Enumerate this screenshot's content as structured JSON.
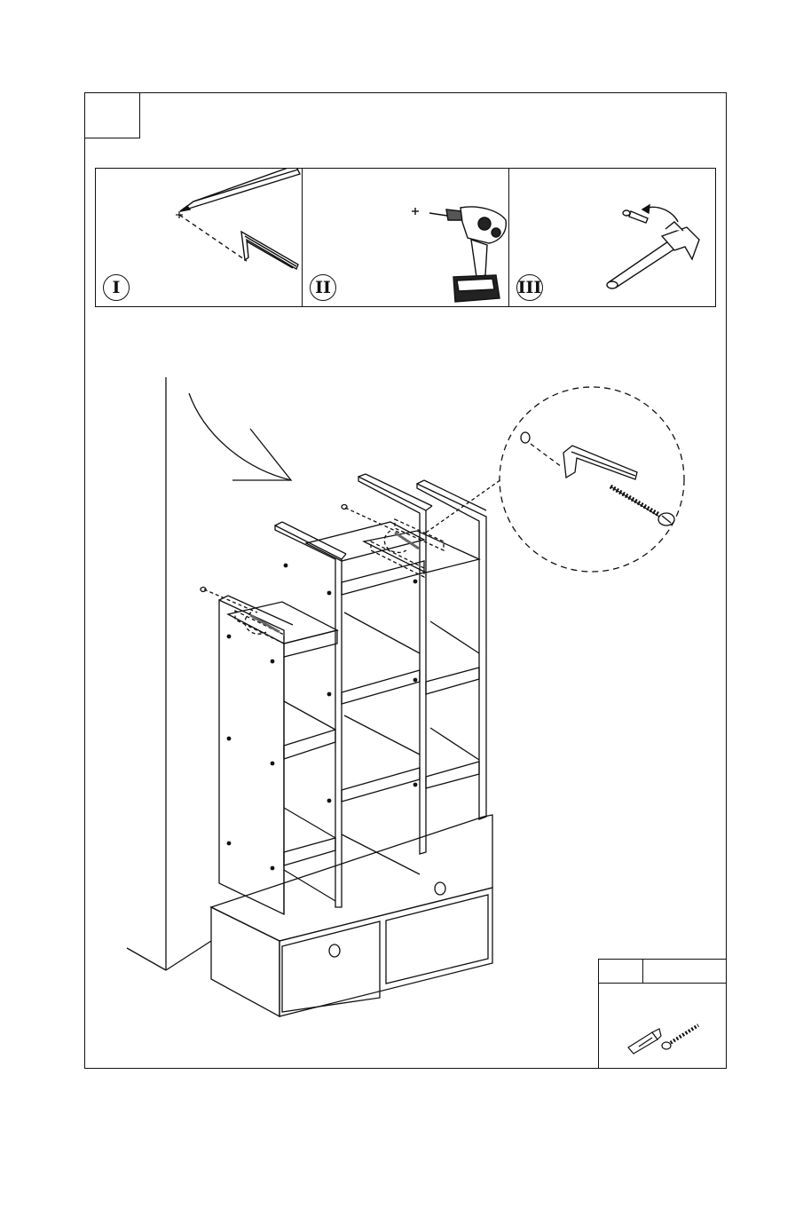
{
  "step": {
    "number": ""
  },
  "panels": [
    {
      "numeral": "I",
      "tool": "pencil-icon"
    },
    {
      "numeral": "II",
      "tool": "drill-icon"
    },
    {
      "numeral": "III",
      "tool": "hammer-icon"
    }
  ],
  "parts_box": {
    "code": "",
    "quantity": ""
  },
  "colors": {
    "line": "#111111",
    "background": "#ffffff"
  }
}
